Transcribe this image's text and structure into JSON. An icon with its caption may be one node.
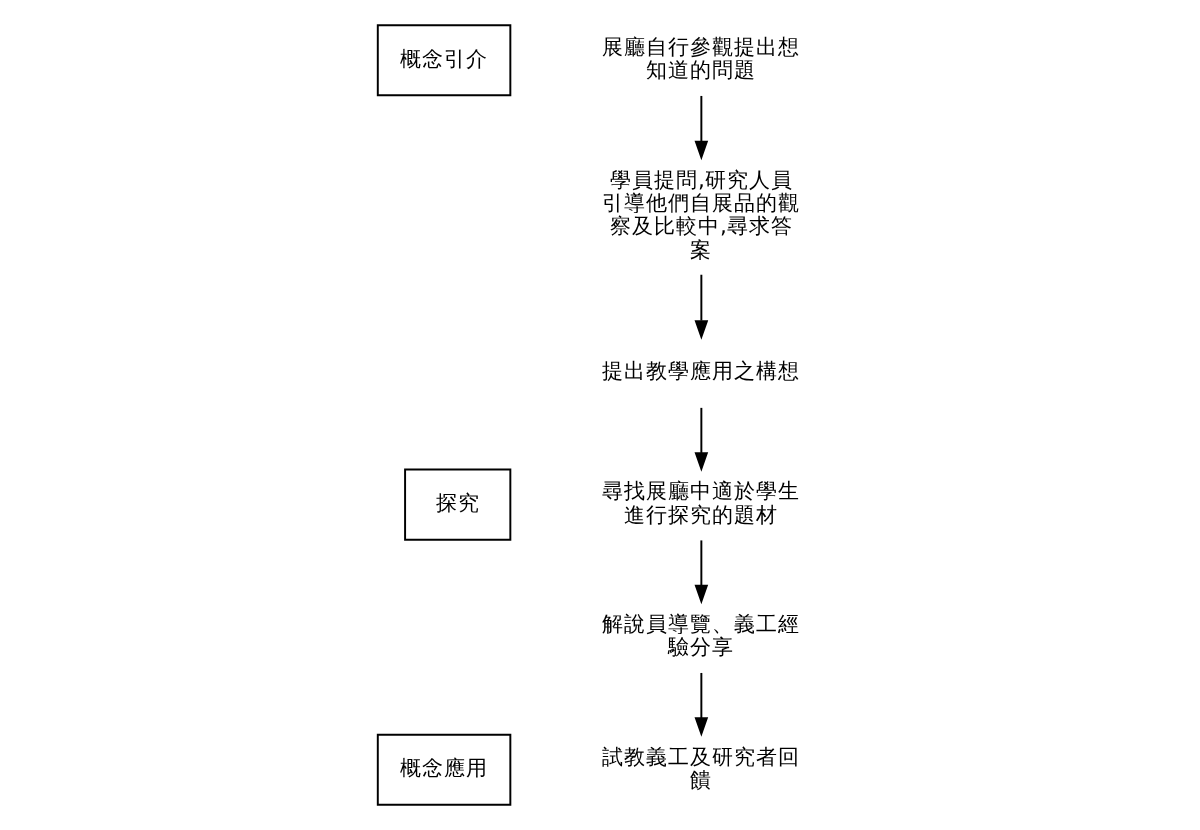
{
  "diagram": {
    "nodes": [
      {
        "text": [
          "概念引介"
        ]
      },
      {
        "text": [
          "探究"
        ]
      },
      {
        "text": [
          "概念應用"
        ]
      },
      {
        "text": [
          "解說員導覽、義工經驗分享"
        ]
      },
      {
        "text": [
          "學員提問,研究人員引導他們自展品的觀察及比較中,尋求答案"
        ]
      },
      {
        "text": [
          "展廳自行參觀提出想知道的問題"
        ]
      },
      {
        "text": [
          "提出教學應用之構想"
        ]
      },
      {
        "text": [
          "試教義工及研究者回饋"
        ]
      },
      {
        "text": [
          "尋找展廳中適於學生進行探究的題材"
        ]
      }
    ],
    "edges": [
      {
        "from": 8,
        "to": 3,
        "arrow": "to"
      },
      {
        "from": 3,
        "to": 7,
        "arrow": "to"
      },
      {
        "from": 5,
        "to": 4,
        "arrow": "to"
      },
      {
        "from": 4,
        "to": 6,
        "arrow": "to"
      },
      {
        "from": 6,
        "to": 8,
        "arrow": "to"
      }
    ]
  }
}
